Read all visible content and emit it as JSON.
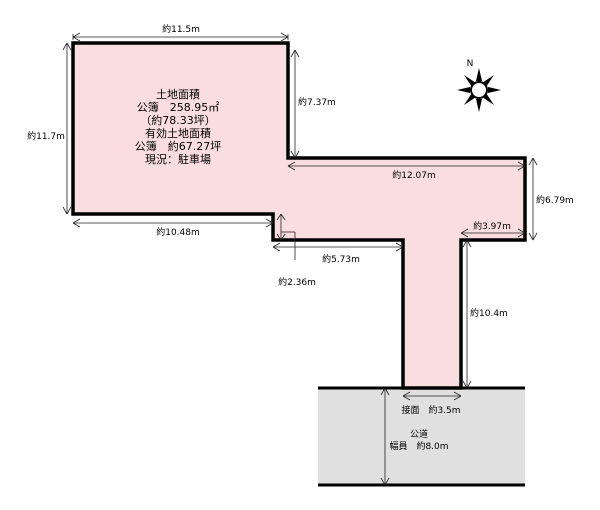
{
  "plot": {
    "info": {
      "line1": "土地面積",
      "line2": "公簿　258.95㎡",
      "line3": "（約78.33坪）",
      "line4": "有効土地面積",
      "line5": "公簿　約67.27坪",
      "line6": "現況：駐車場"
    },
    "colors": {
      "lot_fill": "#f9dde0",
      "lot_border": "#000000",
      "road_fill": "#e0e0e0",
      "road_line": "#000000"
    }
  },
  "dimensions": {
    "top_width": "約11.5m",
    "left_height": "約11.7m",
    "upper_right_edge": "約7.37m",
    "middle_width": "約12.07m",
    "right_height": "約6.79m",
    "bottom_left_width": "約10.48m",
    "step_height": "約2.36m",
    "step_width": "約5.73m",
    "right_step_width": "約3.97m",
    "stem_height": "約10.4m",
    "frontage": "接面　約3.5m"
  },
  "road": {
    "line1": "公道",
    "line2": "幅員　約8.0m"
  },
  "compass": {
    "label": "N",
    "icon": "compass-sun-icon"
  }
}
